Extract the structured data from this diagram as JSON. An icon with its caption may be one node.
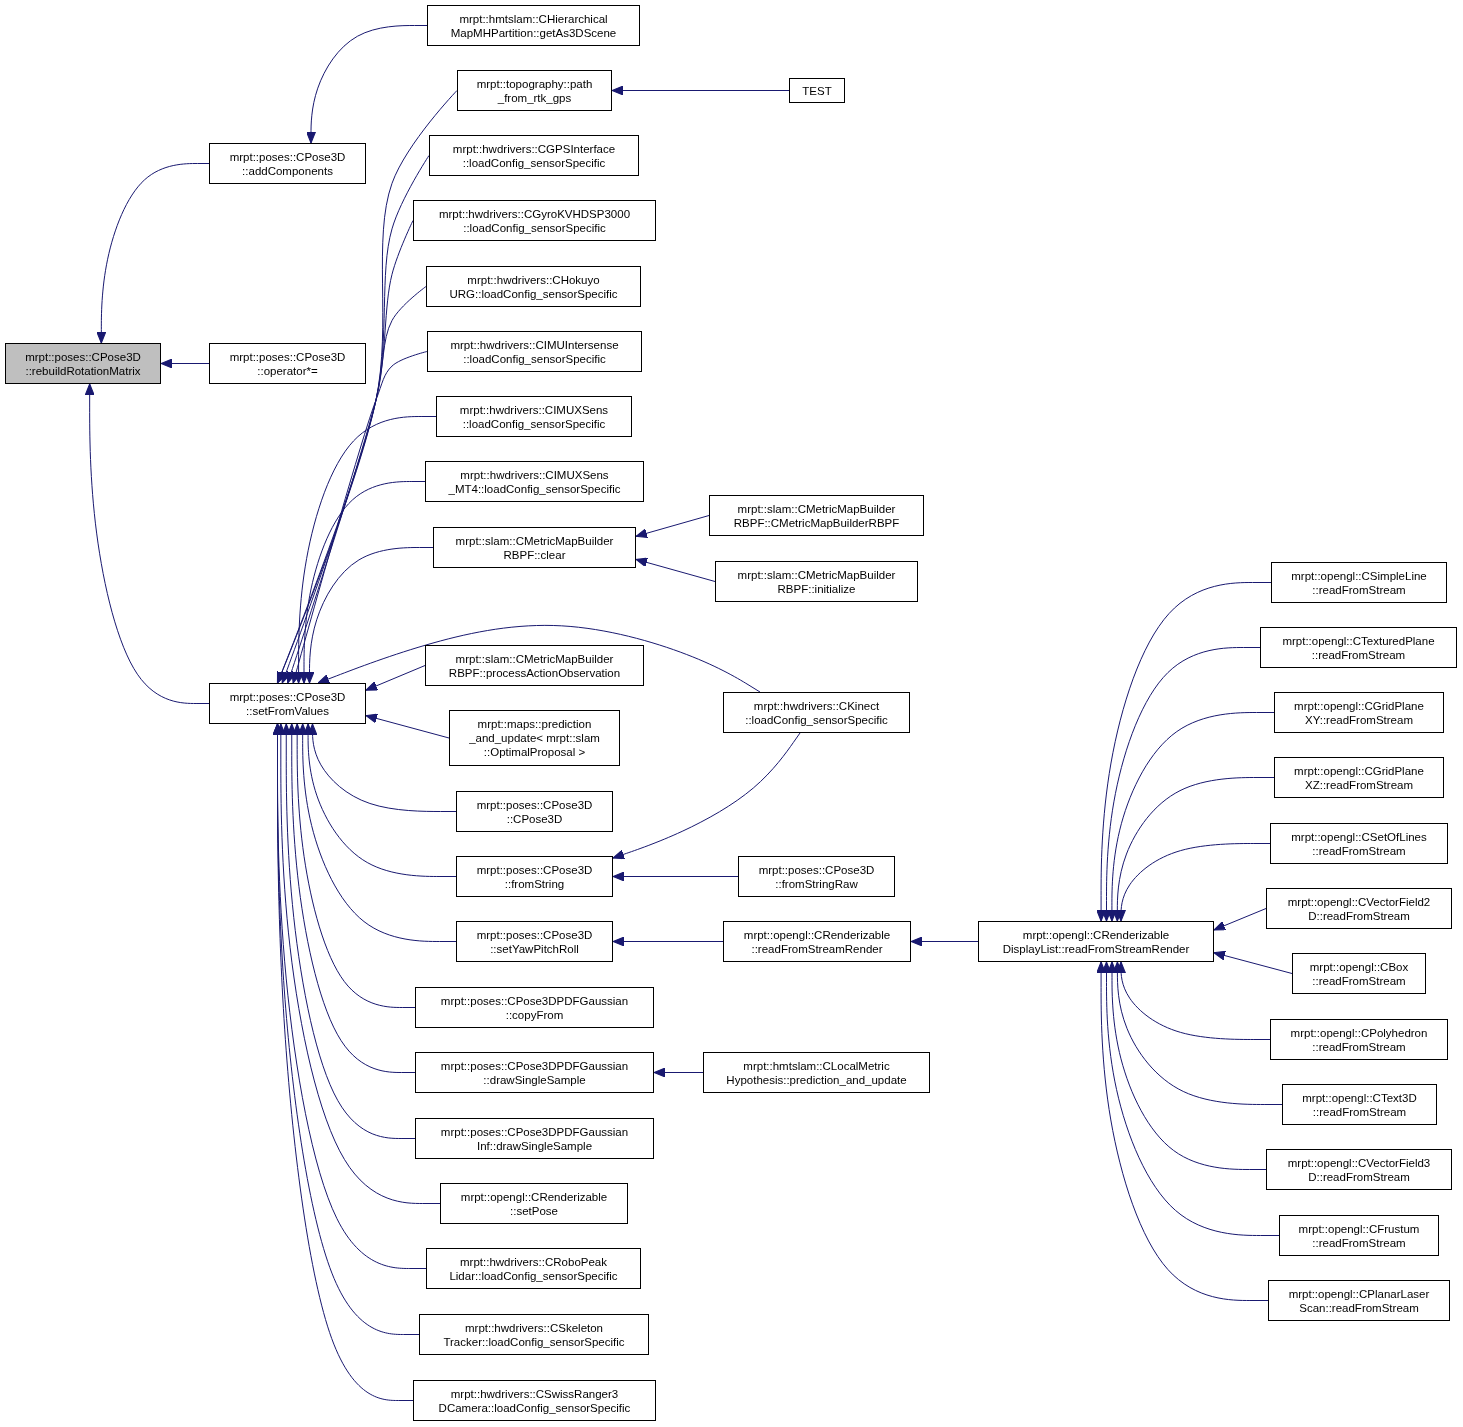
{
  "diagram": {
    "nodes": [
      {
        "text": [
          "mrpt::poses::CPose3D ::rebuildRotationMatrix"
        ]
      },
      {
        "text": [
          "mrpt::poses::CPose3D ::addComponents"
        ]
      },
      {
        "text": [
          "mrpt::poses::CPose3D ::operator*="
        ]
      },
      {
        "text": [
          "mrpt::poses::CPose3D ::setFromValues"
        ]
      },
      {
        "text": [
          "mrpt::hmtslam::CHierarchical MapMHPartition::getAs3DScene"
        ]
      },
      {
        "text": [
          "mrpt::topography::path _from_rtk_gps"
        ]
      },
      {
        "text": [
          "TEST"
        ]
      },
      {
        "text": [
          "mrpt::hwdrivers::CGPSInterface ::loadConfig_sensorSpecific"
        ]
      },
      {
        "text": [
          "mrpt::hwdrivers::CGyroKVHDSP3000 ::loadConfig_sensorSpecific"
        ]
      },
      {
        "text": [
          "mrpt::hwdrivers::CHokuyo URG::loadConfig_sensorSpecific"
        ]
      },
      {
        "text": [
          "mrpt::hwdrivers::CIMUIntersense ::loadConfig_sensorSpecific"
        ]
      },
      {
        "text": [
          "mrpt::hwdrivers::CIMUXSens ::loadConfig_sensorSpecific"
        ]
      },
      {
        "text": [
          "mrpt::hwdrivers::CIMUXSens _MT4::loadConfig_sensorSpecific"
        ]
      },
      {
        "text": [
          "mrpt::slam::CMetricMapBuilder RBPF::clear"
        ]
      },
      {
        "text": [
          "mrpt::slam::CMetricMapBuilder RBPF::CMetricMapBuilderRBPF"
        ]
      },
      {
        "text": [
          "mrpt::slam::CMetricMapBuilder RBPF::initialize"
        ]
      },
      {
        "text": [
          "mrpt::slam::CMetricMapBuilder RBPF::processActionObservation"
        ]
      },
      {
        "text": [
          "mrpt::hwdrivers::CKinect ::loadConfig_sensorSpecific"
        ]
      },
      {
        "text": [
          "mrpt::maps::prediction _and_update< mrpt::slam ::OptimalProposal >"
        ]
      },
      {
        "text": [
          "mrpt::poses::CPose3D ::CPose3D"
        ]
      },
      {
        "text": [
          "mrpt::poses::CPose3D ::fromString"
        ]
      },
      {
        "text": [
          "mrpt::poses::CPose3D ::fromStringRaw"
        ]
      },
      {
        "text": [
          "mrpt::poses::CPose3D ::setYawPitchRoll"
        ]
      },
      {
        "text": [
          "mrpt::opengl::CRenderizable ::readFromStreamRender"
        ]
      },
      {
        "text": [
          "mrpt::opengl::CRenderizable DisplayList::readFromStreamRender"
        ]
      },
      {
        "text": [
          "mrpt::poses::CPose3DPDFGaussian ::copyFrom"
        ]
      },
      {
        "text": [
          "mrpt::poses::CPose3DPDFGaussian ::drawSingleSample"
        ]
      },
      {
        "text": [
          "mrpt::hmtslam::CLocalMetric Hypothesis::prediction_and_update"
        ]
      },
      {
        "text": [
          "mrpt::poses::CPose3DPDFGaussian Inf::drawSingleSample"
        ]
      },
      {
        "text": [
          "mrpt::opengl::CRenderizable ::setPose"
        ]
      },
      {
        "text": [
          "mrpt::hwdrivers::CRoboPeak Lidar::loadConfig_sensorSpecific"
        ]
      },
      {
        "text": [
          "mrpt::hwdrivers::CSkeleton Tracker::loadConfig_sensorSpecific"
        ]
      },
      {
        "text": [
          "mrpt::hwdrivers::CSwissRanger3 DCamera::loadConfig_sensorSpecific"
        ]
      },
      {
        "text": [
          "mrpt::opengl::CSimpleLine ::readFromStream"
        ]
      },
      {
        "text": [
          "mrpt::opengl::CTexturedPlane ::readFromStream"
        ]
      },
      {
        "text": [
          "mrpt::opengl::CGridPlane XY::readFromStream"
        ]
      },
      {
        "text": [
          "mrpt::opengl::CGridPlane XZ::readFromStream"
        ]
      },
      {
        "text": [
          "mrpt::opengl::CSetOfLines ::readFromStream"
        ]
      },
      {
        "text": [
          "mrpt::opengl::CVectorField2 D::readFromStream"
        ]
      },
      {
        "text": [
          "mrpt::opengl::CBox ::readFromStream"
        ]
      },
      {
        "text": [
          "mrpt::opengl::CPolyhedron ::readFromStream"
        ]
      },
      {
        "text": [
          "mrpt::opengl::CText3D ::readFromStream"
        ]
      },
      {
        "text": [
          "mrpt::opengl::CVectorField3 D::readFromStream"
        ]
      },
      {
        "text": [
          "mrpt::opengl::CFrustum ::readFromStream"
        ]
      },
      {
        "text": [
          "mrpt::opengl::CPlanarLaser Scan::readFromStream"
        ]
      }
    ],
    "edges": [
      {
        "from": 1,
        "to": 0,
        "arrow": "to"
      },
      {
        "from": 2,
        "to": 0,
        "arrow": "to"
      },
      {
        "from": 3,
        "to": 0,
        "arrow": "to"
      },
      {
        "from": 4,
        "to": 1,
        "arrow": "to"
      },
      {
        "from": 5,
        "to": 3,
        "arrow": "to"
      },
      {
        "from": 6,
        "to": 5,
        "arrow": "to"
      },
      {
        "from": 7,
        "to": 3,
        "arrow": "to"
      },
      {
        "from": 8,
        "to": 3,
        "arrow": "to"
      },
      {
        "from": 9,
        "to": 3,
        "arrow": "to"
      },
      {
        "from": 10,
        "to": 3,
        "arrow": "to"
      },
      {
        "from": 11,
        "to": 3,
        "arrow": "to"
      },
      {
        "from": 12,
        "to": 3,
        "arrow": "to"
      },
      {
        "from": 13,
        "to": 3,
        "arrow": "to"
      },
      {
        "from": 14,
        "to": 13,
        "arrow": "to"
      },
      {
        "from": 15,
        "to": 13,
        "arrow": "to"
      },
      {
        "from": 16,
        "to": 3,
        "arrow": "to"
      },
      {
        "from": 17,
        "to": 3,
        "arrow": "to"
      },
      {
        "from": 18,
        "to": 3,
        "arrow": "to"
      },
      {
        "from": 19,
        "to": 3,
        "arrow": "to"
      },
      {
        "from": 20,
        "to": 3,
        "arrow": "to"
      },
      {
        "from": 17,
        "to": 20,
        "arrow": "to"
      },
      {
        "from": 21,
        "to": 20,
        "arrow": "to"
      },
      {
        "from": 22,
        "to": 3,
        "arrow": "to"
      },
      {
        "from": 23,
        "to": 22,
        "arrow": "to"
      },
      {
        "from": 24,
        "to": 23,
        "arrow": "to"
      },
      {
        "from": 25,
        "to": 3,
        "arrow": "to"
      },
      {
        "from": 26,
        "to": 3,
        "arrow": "to"
      },
      {
        "from": 27,
        "to": 26,
        "arrow": "to"
      },
      {
        "from": 28,
        "to": 3,
        "arrow": "to"
      },
      {
        "from": 29,
        "to": 3,
        "arrow": "to"
      },
      {
        "from": 30,
        "to": 3,
        "arrow": "to"
      },
      {
        "from": 31,
        "to": 3,
        "arrow": "to"
      },
      {
        "from": 32,
        "to": 3,
        "arrow": "to"
      },
      {
        "from": 33,
        "to": 24,
        "arrow": "to"
      },
      {
        "from": 34,
        "to": 24,
        "arrow": "to"
      },
      {
        "from": 35,
        "to": 24,
        "arrow": "to"
      },
      {
        "from": 36,
        "to": 24,
        "arrow": "to"
      },
      {
        "from": 37,
        "to": 24,
        "arrow": "to"
      },
      {
        "from": 38,
        "to": 24,
        "arrow": "to"
      },
      {
        "from": 39,
        "to": 24,
        "arrow": "to"
      },
      {
        "from": 40,
        "to": 24,
        "arrow": "to"
      },
      {
        "from": 41,
        "to": 24,
        "arrow": "to"
      },
      {
        "from": 42,
        "to": 24,
        "arrow": "to"
      },
      {
        "from": 43,
        "to": 24,
        "arrow": "to"
      },
      {
        "from": 44,
        "to": 24,
        "arrow": "to"
      }
    ]
  }
}
